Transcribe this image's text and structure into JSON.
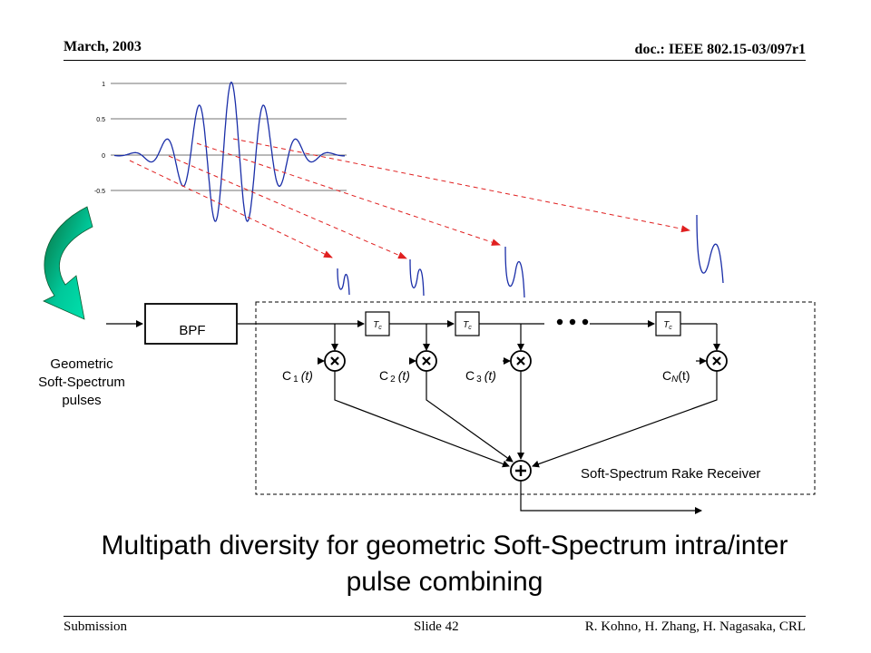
{
  "header": {
    "date": "March, 2003",
    "doc": "doc.: IEEE 802.15-03/097r1"
  },
  "footer": {
    "left": "Submission",
    "center": "Slide 42",
    "right": "R. Kohno, H. Zhang, H. Nagasaka, CRL"
  },
  "plot_ticks": [
    "1",
    "0.5",
    "0",
    "-0.5"
  ],
  "diagram": {
    "bpf": "BPF",
    "delay": "T",
    "delay_sub": "c",
    "coef1": {
      "c": "C",
      "n": "1",
      "t": "(t)"
    },
    "coef2": {
      "c": "C",
      "n": "2",
      "t": "(t)"
    },
    "coef3": {
      "c": "C",
      "n": "3",
      "t": "(t)"
    },
    "coefN": {
      "c": "C",
      "n": "N",
      "t": "(t)"
    },
    "receiver_label": "Soft-Spectrum Rake Receiver",
    "pulse_label": [
      "Geometric",
      "Soft-Spectrum",
      "pulses"
    ]
  },
  "title": [
    "Multipath diversity for geometric Soft-Spectrum intra/inter",
    "pulse combining"
  ],
  "colors": {
    "wave": "#1a2ea8",
    "arrow_dashed": "#e02020",
    "arrow_green_light": "#00e5b0",
    "arrow_green_dark": "#0a6a3a"
  }
}
